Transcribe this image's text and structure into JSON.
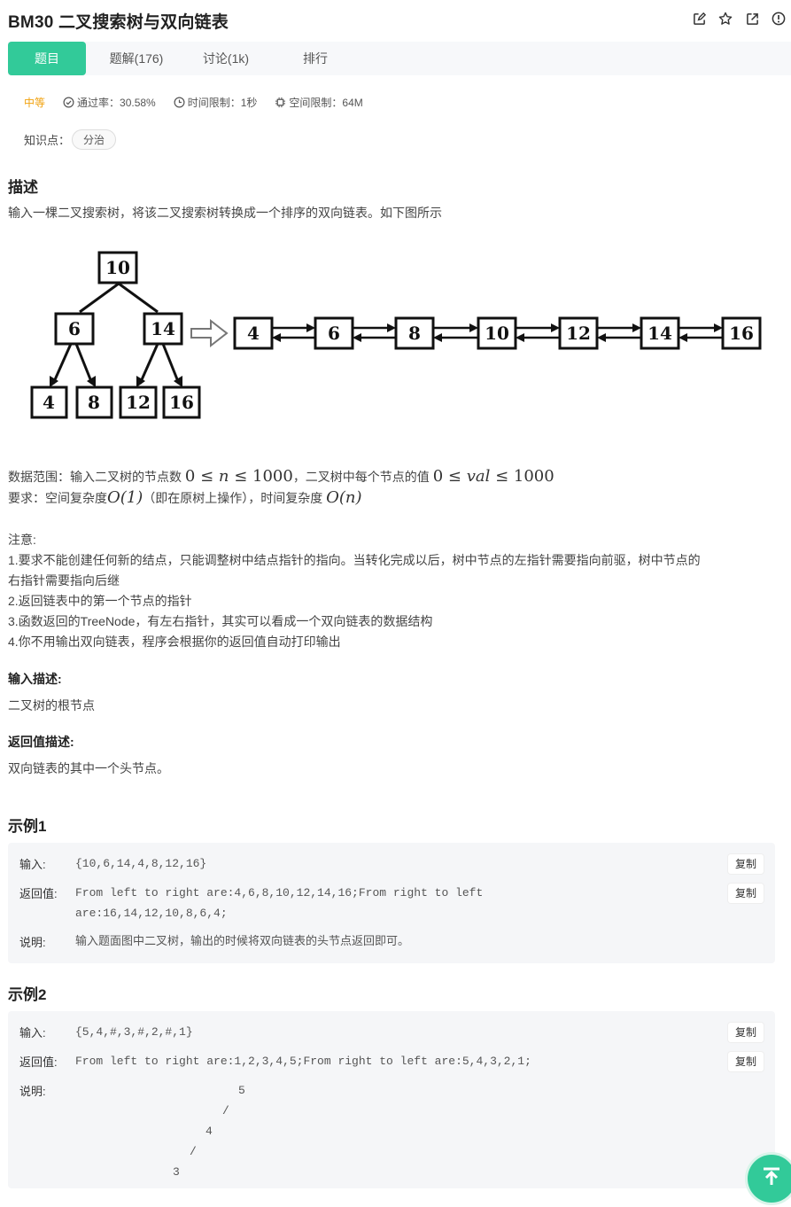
{
  "header": {
    "title": "BM30  二叉搜索树与双向链表"
  },
  "tabs": [
    {
      "label": "题目"
    },
    {
      "label": "题解(176)"
    },
    {
      "label": "讨论(1k)"
    },
    {
      "label": "排行"
    }
  ],
  "meta": {
    "difficulty": "中等",
    "pass_rate": "通过率：30.58%",
    "time_limit": "时间限制：1秒",
    "space_limit": "空间限制：64M"
  },
  "knowledge": {
    "label": "知识点：",
    "tag": "分治"
  },
  "description": {
    "heading": "描述",
    "text": "输入一棵二叉搜索树，将该二叉搜索树转换成一个排序的双向链表。如下图所示"
  },
  "figure": {
    "tree": {
      "root": "10",
      "level2": [
        "6",
        "14"
      ],
      "leaves": [
        "4",
        "8",
        "12",
        "16"
      ]
    },
    "list": [
      "4",
      "6",
      "8",
      "10",
      "12",
      "14",
      "16"
    ]
  },
  "constraints": {
    "range_prefix": "数据范围：输入二叉树的节点数 ",
    "range_math1_a": "0",
    "range_math1_op1": " ≤ ",
    "range_math1_n": "n",
    "range_math1_op2": " ≤ ",
    "range_math1_b": "1000",
    "range_mid": "，二叉树中每个节点的值 ",
    "range_math2_a": "0",
    "range_math2_op1": " ≤ ",
    "range_math2_val": "val",
    "range_math2_op2": " ≤ ",
    "range_math2_b": "1000",
    "req_prefix": "要求：空间复杂度",
    "req_math1": "O(1)",
    "req_mid": "（即在原树上操作），时间复杂度 ",
    "req_math2": "O(n)"
  },
  "notes": {
    "title": "注意:",
    "items": [
      "1.要求不能创建任何新的结点，只能调整树中结点指针的指向。当转化完成以后，树中节点的左指针需要指向前驱，树中节点的",
      "右指针需要指向后继",
      "2.返回链表中的第一个节点的指针",
      "3.函数返回的TreeNode，有左右指针，其实可以看成一个双向链表的数据结构",
      "4.你不用输出双向链表，程序会根据你的返回值自动打印输出"
    ]
  },
  "input_desc": {
    "heading": "输入描述:",
    "text": "二叉树的根节点"
  },
  "return_desc": {
    "heading": "返回值描述:",
    "text": "双向链表的其中一个头节点。"
  },
  "example1": {
    "heading": "示例1",
    "input_label": "输入:",
    "input": "{10,6,14,4,8,12,16}",
    "output_label": "返回值:",
    "output_line1": "From left to right are:4,6,8,10,12,14,16;From right to left",
    "output_line2": "are:16,14,12,10,8,6,4;",
    "explain_label": "说明:",
    "explain": "输入题面图中二叉树，输出的时候将双向链表的头节点返回即可。",
    "copy": "复制"
  },
  "example2": {
    "heading": "示例2",
    "input_label": "输入:",
    "input": "{5,4,#,3,#,2,#,1}",
    "output_label": "返回值:",
    "output": "From left to right are:1,2,3,4,5;From right to left are:5,4,3,2,1;",
    "explain_label": "说明:",
    "explain_lines": [
      "5",
      "/",
      "4",
      "/",
      "3"
    ],
    "copy": "复制"
  }
}
